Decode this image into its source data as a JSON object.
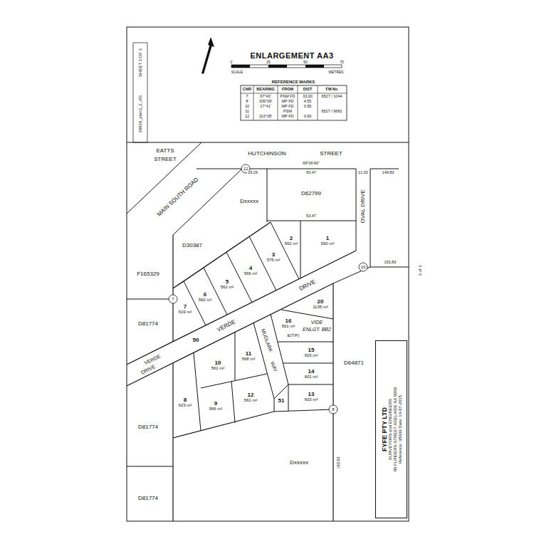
{
  "diagram": {
    "title": "ENLARGEMENT AA3",
    "nodes": [
      {
        "text": [
          "1",
          "560 m²"
        ]
      },
      {
        "text": [
          "2",
          "562 m²"
        ]
      },
      {
        "text": [
          "3",
          "575 m²"
        ]
      },
      {
        "text": [
          "4",
          "566 m²"
        ]
      },
      {
        "text": [
          "5",
          "562 m²"
        ]
      },
      {
        "text": [
          "6",
          "562 m²"
        ]
      },
      {
        "text": [
          "7",
          "619 m²"
        ]
      },
      {
        "text": [
          "20",
          "1135 m²"
        ]
      },
      {
        "text": [
          "16",
          "561 m²"
        ]
      },
      {
        "text": [
          "15",
          "603 m²"
        ]
      },
      {
        "text": [
          "14",
          "601 m²"
        ]
      },
      {
        "text": [
          "13",
          "603 m²"
        ]
      },
      {
        "text": [
          "11",
          "568 m²"
        ]
      },
      {
        "text": [
          "10",
          "561 m²"
        ]
      },
      {
        "text": [
          "9",
          "566 m²"
        ]
      },
      {
        "text": [
          "12",
          "561 m²"
        ]
      },
      {
        "text": [
          "8",
          "623 m²"
        ]
      },
      {
        "text": [
          "50"
        ]
      },
      {
        "text": [
          "51"
        ]
      },
      {
        "text": [
          "FYFE PTY LTD",
          "SURVEYORS and ENGINEERS",
          "80 FLINDERS STREET ADELAIDE SA 5000",
          "Reference: 38939   Date: 14-07-2015"
        ]
      }
    ],
    "labels": [
      "SHEET 3 OF 3",
      "38939_plan3_2_r01",
      "3 of 3",
      "0",
      "25",
      "50",
      "75",
      "SCALE",
      "METRES",
      "REFERENCE MARKS",
      "CNR",
      "BEARING",
      "FROM",
      "DIST",
      "FM No",
      "7",
      "67°40'",
      "PSM FD",
      "33.00",
      "6527 / 1044",
      "8",
      "339°39'",
      "MP FD",
      "4.55",
      "10",
      "17°41'",
      "MP FD",
      "0.95",
      "11",
      "PSM",
      "6527 / 9681",
      "12",
      "110°35'",
      "MP FD",
      "0.90",
      "EATTS",
      "STREET",
      "HUTCHINSON",
      "STREET",
      "MAIN SOUTH ROAD",
      "OVAL DRIVE",
      "DRIVE",
      "VERDE",
      "VERDE",
      "DRIVE",
      "MUDLARK",
      "WAY",
      "E(T/F)",
      "VIDE",
      "ENLGT. BB2",
      "D62799",
      "Dxxxxx",
      "D30387",
      "F165329",
      "D81774",
      "D81774",
      "D81774",
      "D64871",
      "Dxxxxx",
      "19.29",
      "50.47",
      "21.00",
      "149.83",
      "69°06'40\"",
      "53.47",
      "152.83",
      "163.53",
      "12",
      "7",
      "10",
      "8"
    ]
  }
}
